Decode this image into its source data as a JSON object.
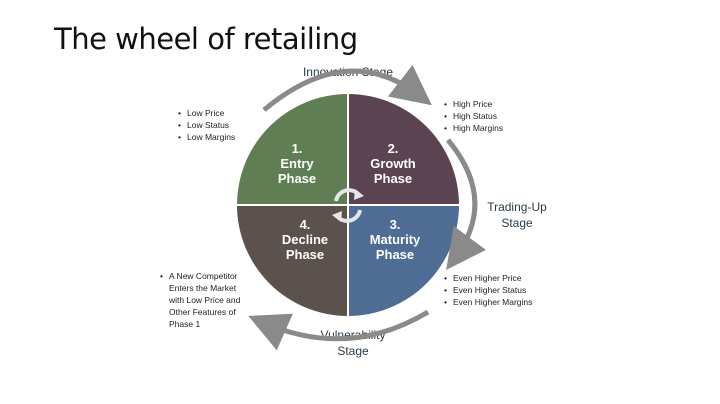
{
  "title": "The wheel of retailing",
  "stages": {
    "innovation": "Innovation Stage",
    "trading_up": [
      "Trading-Up",
      "Stage"
    ],
    "vulnerability": [
      "Vulnerability",
      "Stage"
    ]
  },
  "phases": [
    {
      "number": "1.",
      "line1": "Entry",
      "line2": "Phase",
      "color": "#5f7e53"
    },
    {
      "number": "2.",
      "line1": "Growth",
      "line2": "Phase",
      "color": "#5c4352"
    },
    {
      "number": "3.",
      "line1": "Maturity",
      "line2": "Phase",
      "color": "#4f6c94"
    },
    {
      "number": "4.",
      "line1": "Decline",
      "line2": "Phase",
      "color": "#5b514d"
    }
  ],
  "notes": {
    "phase1": [
      "Low Price",
      "Low Status",
      "Low Margins"
    ],
    "phase2": [
      "High Price",
      "High Status",
      "High Margins"
    ],
    "phase3": [
      "Even Higher Price",
      "Even Higher Status",
      "Even Higher Margins"
    ],
    "phase4": [
      "A New Competitor",
      "Enters the Market",
      "with Low Price and",
      "Other Features of",
      "Phase 1"
    ]
  },
  "colors": {
    "arrow": "#8a8a8a",
    "center_arrows": "#e6e6e6"
  },
  "icons": [
    "cycle-arrows-icon",
    "arrow-top-icon",
    "arrow-right-icon",
    "arrow-bottom-icon"
  ]
}
